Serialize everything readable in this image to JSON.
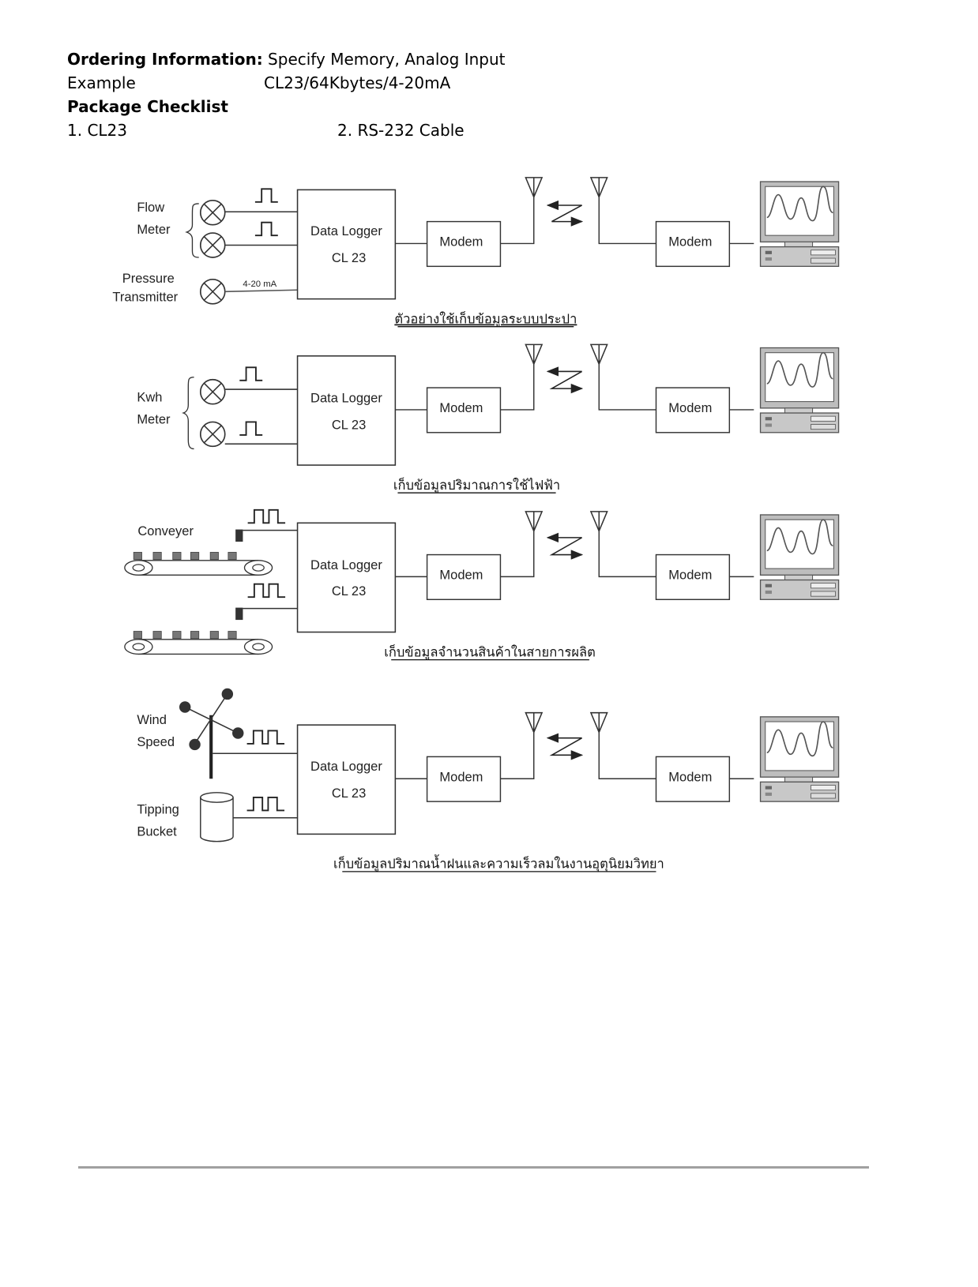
{
  "header": {
    "ordering_label": "Ordering Information:",
    "ordering_text": " Specify Memory, Analog Input",
    "example_label": "Example",
    "example_value": "CL23/64Kbytes/4-20mA",
    "checklist_title": "Package Checklist",
    "checklist_items": [
      "1. CL23",
      "2. RS-232 Cable"
    ]
  },
  "common": {
    "logger_line1": "Data Logger",
    "logger_line2": "CL 23",
    "modem": "Modem",
    "analog_signal": "4-20 mA"
  },
  "diagrams": [
    {
      "sensors": [
        "Flow",
        "Meter",
        "Pressure",
        "Transmitter"
      ],
      "caption": "ตัวอย่างใช้เก็บข้อมูลระบบประปา"
    },
    {
      "sensors": [
        "Kwh",
        "Meter"
      ],
      "caption": "เก็บข้อมูลปริมาณการใช้ไฟฟ้า"
    },
    {
      "sensors": [
        "Conveyer"
      ],
      "caption": "เก็บข้อมูลจำนวนสินค้าในสายการผลิต"
    },
    {
      "sensors": [
        "Wind",
        "Speed",
        "Tipping",
        "Bucket"
      ],
      "caption": "เก็บข้อมูลปริมาณน้ำฝนและความเร็วลมในงานอุตุนิยมวิทยา"
    }
  ]
}
